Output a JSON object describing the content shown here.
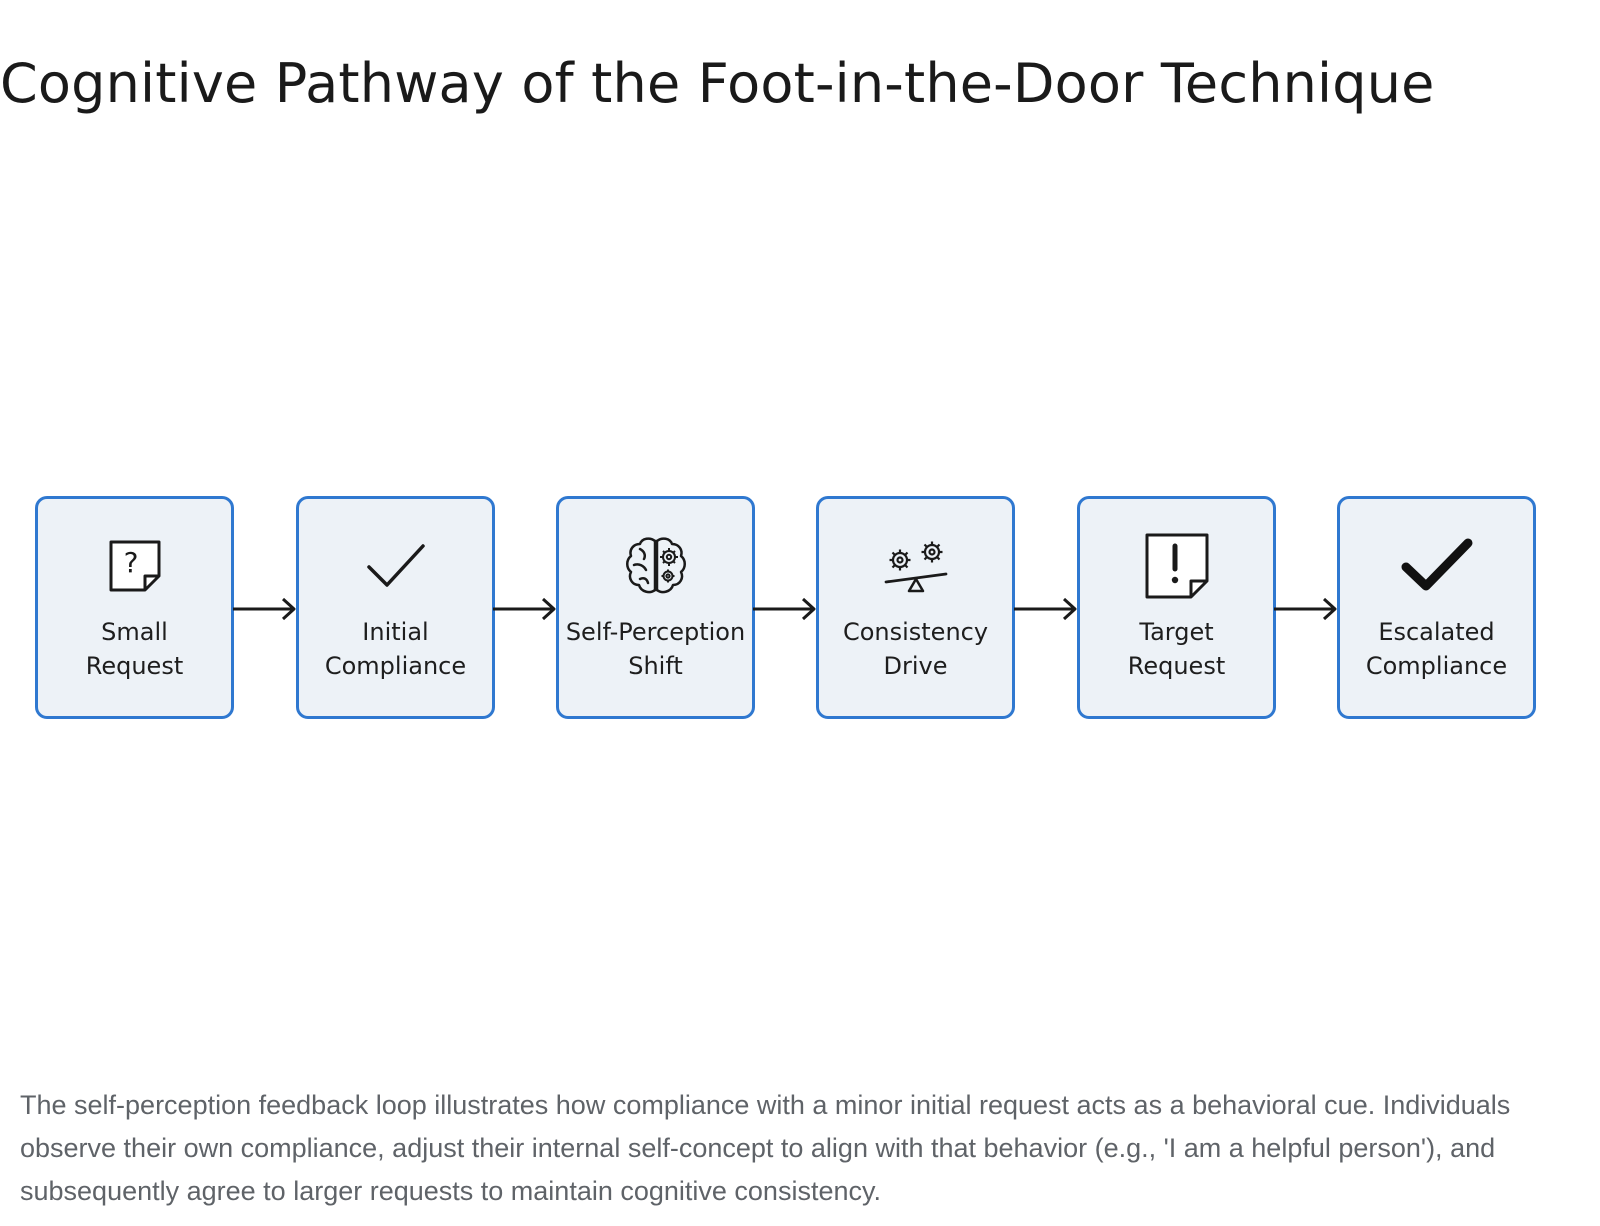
{
  "title": "Cognitive Pathway of the Foot-in-the-Door Technique",
  "steps": [
    {
      "line1": "Small",
      "line2": "Request",
      "icon": "question-note-icon"
    },
    {
      "line1": "Initial",
      "line2": "Compliance",
      "icon": "checkmark-icon"
    },
    {
      "line1": "Self-Perception",
      "line2": "Shift",
      "icon": "brain-gears-icon"
    },
    {
      "line1": "Consistency",
      "line2": "Drive",
      "icon": "gears-balance-icon"
    },
    {
      "line1": "Target",
      "line2": "Request",
      "icon": "exclamation-note-icon"
    },
    {
      "line1": "Escalated",
      "line2": "Compliance",
      "icon": "bold-checkmark-icon"
    }
  ],
  "caption": "The self-perception feedback loop illustrates how compliance with a minor initial request acts as a behavioral cue. Individuals observe their own compliance, adjust their internal self-concept to align with that behavior (e.g., 'I am a helpful person'), and subsequently agree to larger requests to maintain cognitive consistency.",
  "colors": {
    "box_border": "#2f78d0",
    "box_fill": "#edf2f7",
    "text": "#1e1e1e",
    "caption": "#5f6368"
  }
}
